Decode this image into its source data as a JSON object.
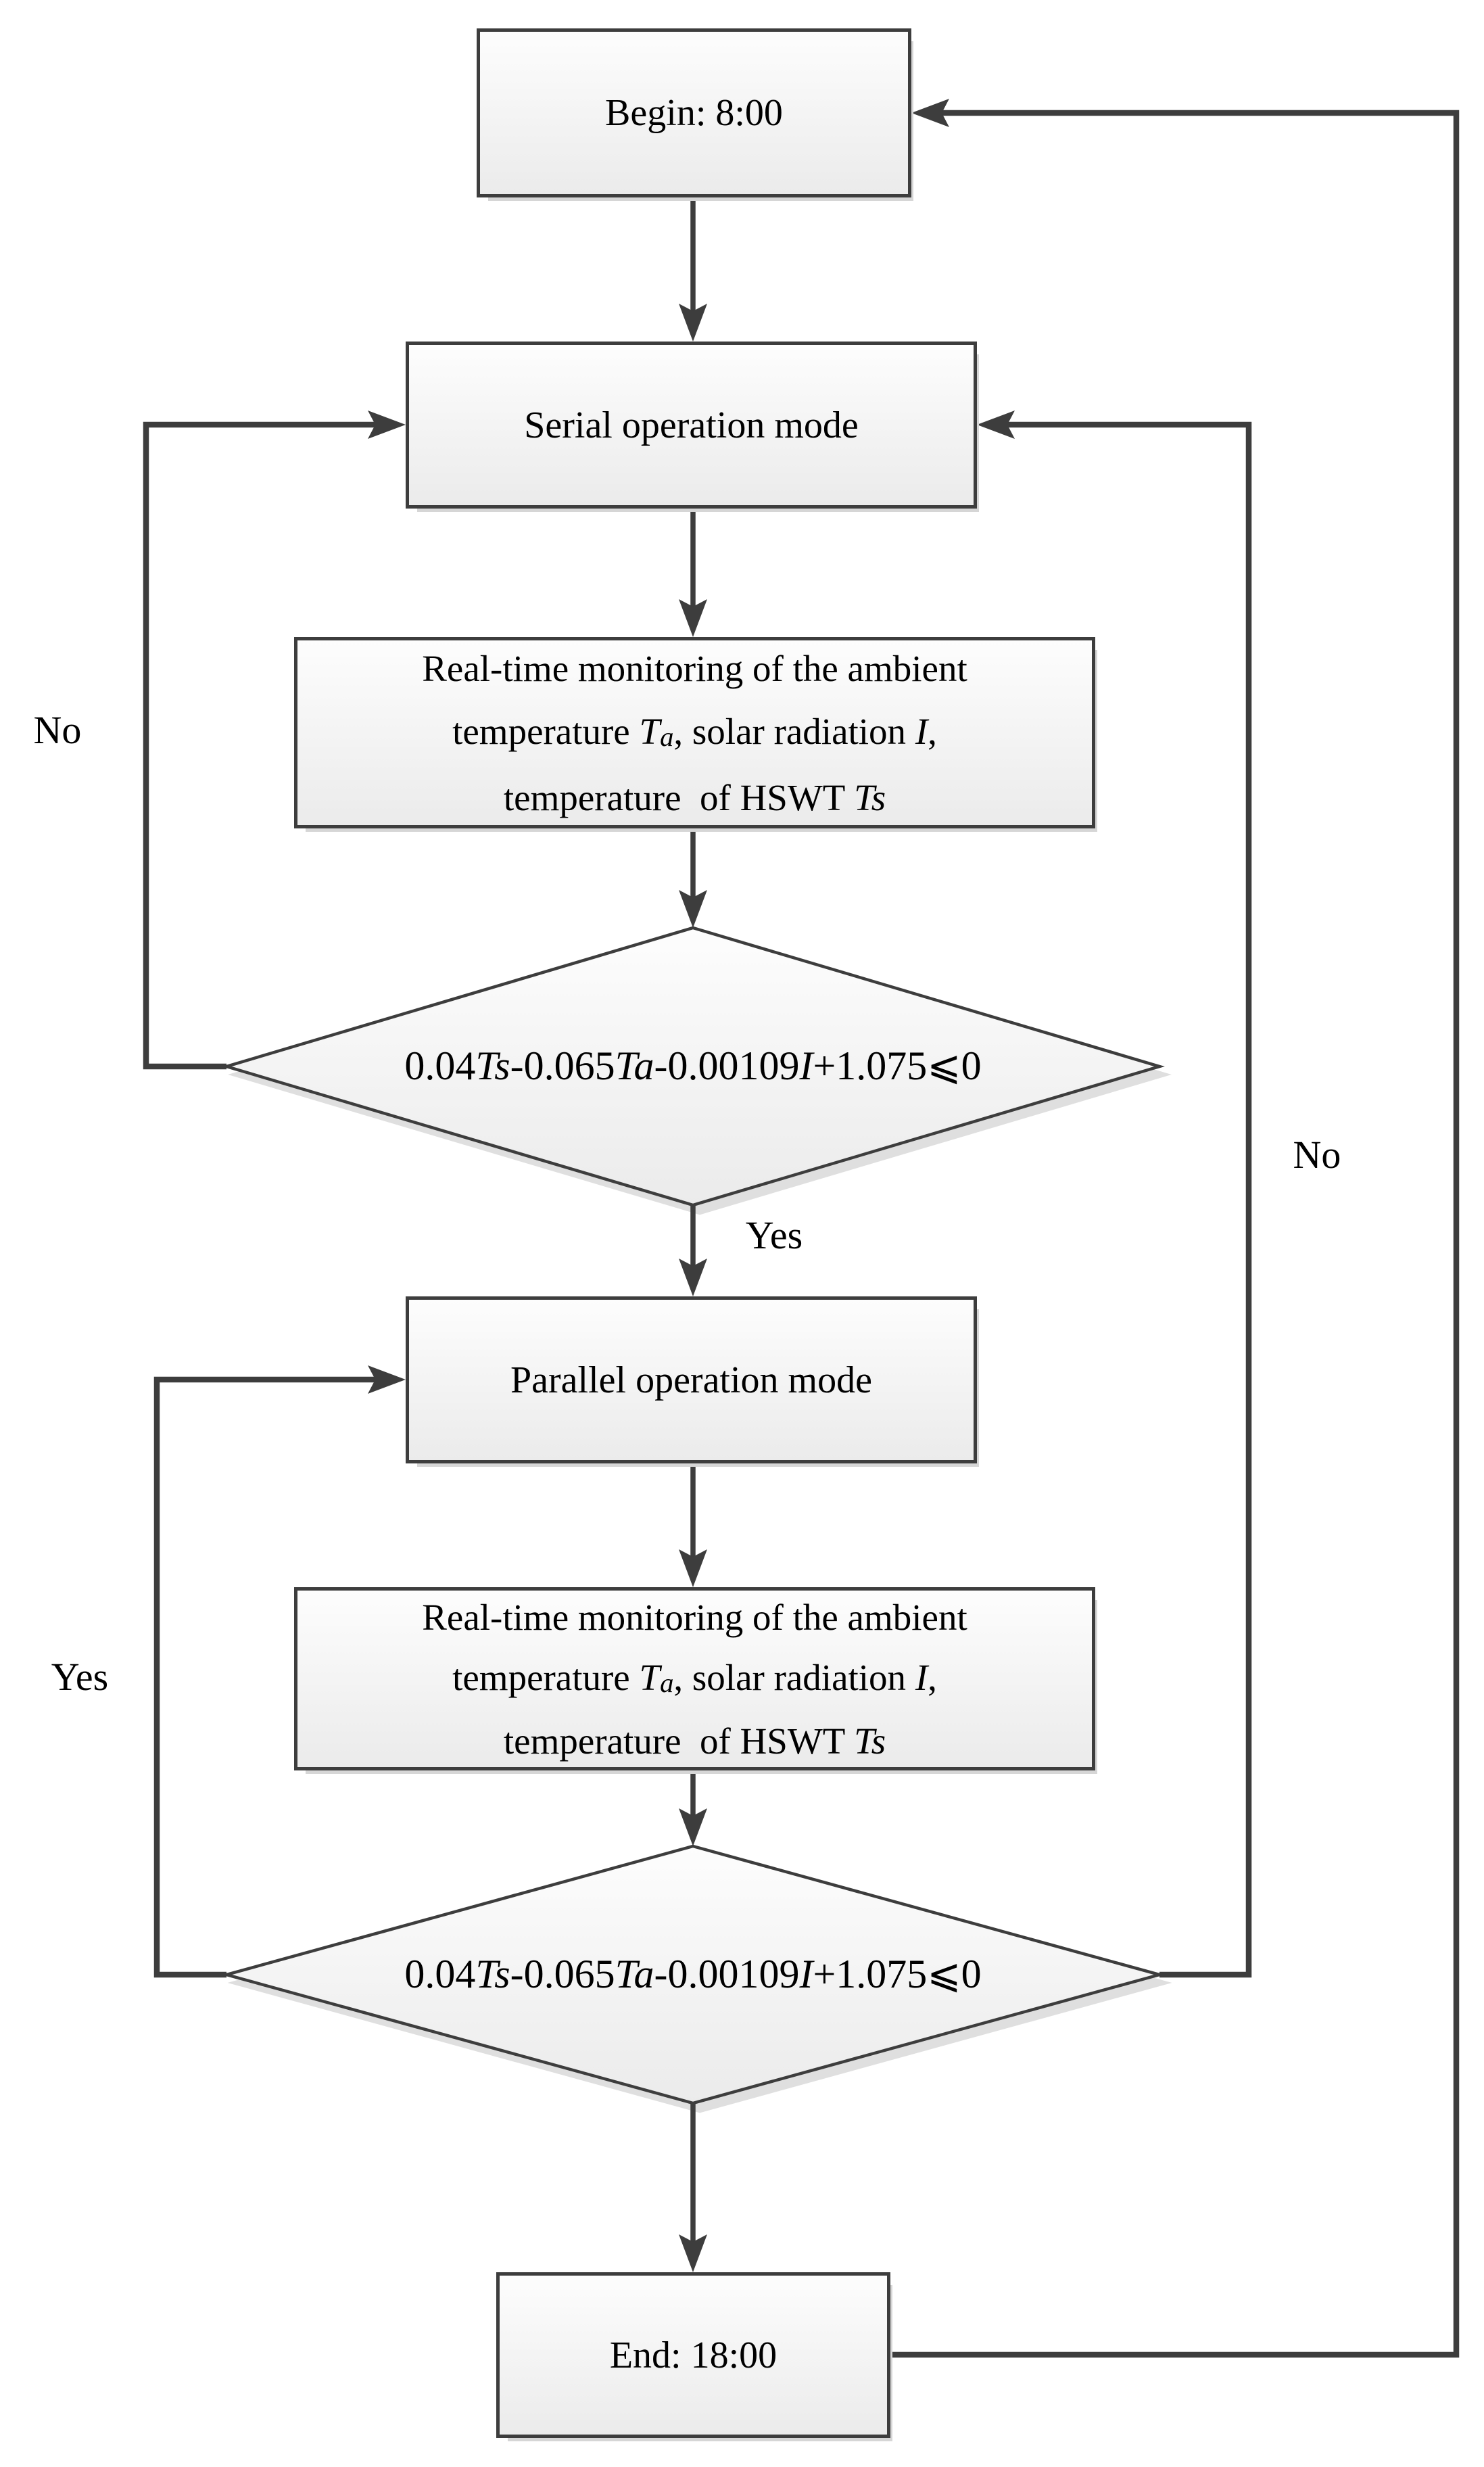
{
  "style": {
    "background": "#ffffff",
    "line_color": "#3d3d3d",
    "box_border_color": "#3d3d3d",
    "box_fill_top": "#fdfdfd",
    "box_fill_bottom": "#ebebeb",
    "text_color": "#000000",
    "shadow_color": "#d6d6d6"
  },
  "nodes": {
    "begin": {
      "label": "Begin: 8:00"
    },
    "serial": {
      "label": "Serial operation mode"
    },
    "monitor_serial": {
      "lines": [
        [
          {
            "t": "Real-time monitoring of the ambient"
          }
        ],
        [
          {
            "t": "temperature "
          },
          {
            "t": "T",
            "i": 1
          },
          {
            "t": "a",
            "i": 2
          },
          {
            "t": ", solar radiation "
          },
          {
            "t": "I",
            "i": 1
          },
          {
            "t": ","
          }
        ],
        [
          {
            "t": "temperature  of HSWT "
          },
          {
            "t": "Ts",
            "i": 1
          }
        ]
      ]
    },
    "decision_serial": {
      "formula": [
        {
          "t": "0.04"
        },
        {
          "t": "Ts",
          "i": 1
        },
        {
          "t": "-0.065"
        },
        {
          "t": "Ta",
          "i": 1
        },
        {
          "t": "-0.00109"
        },
        {
          "t": "I",
          "i": 1
        },
        {
          "t": "+1.075⩽0"
        }
      ]
    },
    "parallel": {
      "label": "Parallel operation mode"
    },
    "monitor_parallel": {
      "lines": [
        [
          {
            "t": "Real-time monitoring of the ambient"
          }
        ],
        [
          {
            "t": "temperature "
          },
          {
            "t": "T",
            "i": 1
          },
          {
            "t": "a",
            "i": 2
          },
          {
            "t": ", solar radiation "
          },
          {
            "t": "I",
            "i": 1
          },
          {
            "t": ","
          }
        ],
        [
          {
            "t": "temperature  of HSWT "
          },
          {
            "t": "Ts",
            "i": 1
          }
        ]
      ]
    },
    "decision_parallel": {
      "formula": [
        {
          "t": "0.04"
        },
        {
          "t": "Ts",
          "i": 1
        },
        {
          "t": "-0.065"
        },
        {
          "t": "Ta",
          "i": 1
        },
        {
          "t": "-0.00109"
        },
        {
          "t": "I",
          "i": 1
        },
        {
          "t": "+1.075⩽0"
        }
      ]
    },
    "end": {
      "label": "End: 18:00"
    }
  },
  "edge_labels": {
    "no_left": "No",
    "yes_down": "Yes",
    "yes_left": "Yes",
    "no_right": "No"
  }
}
